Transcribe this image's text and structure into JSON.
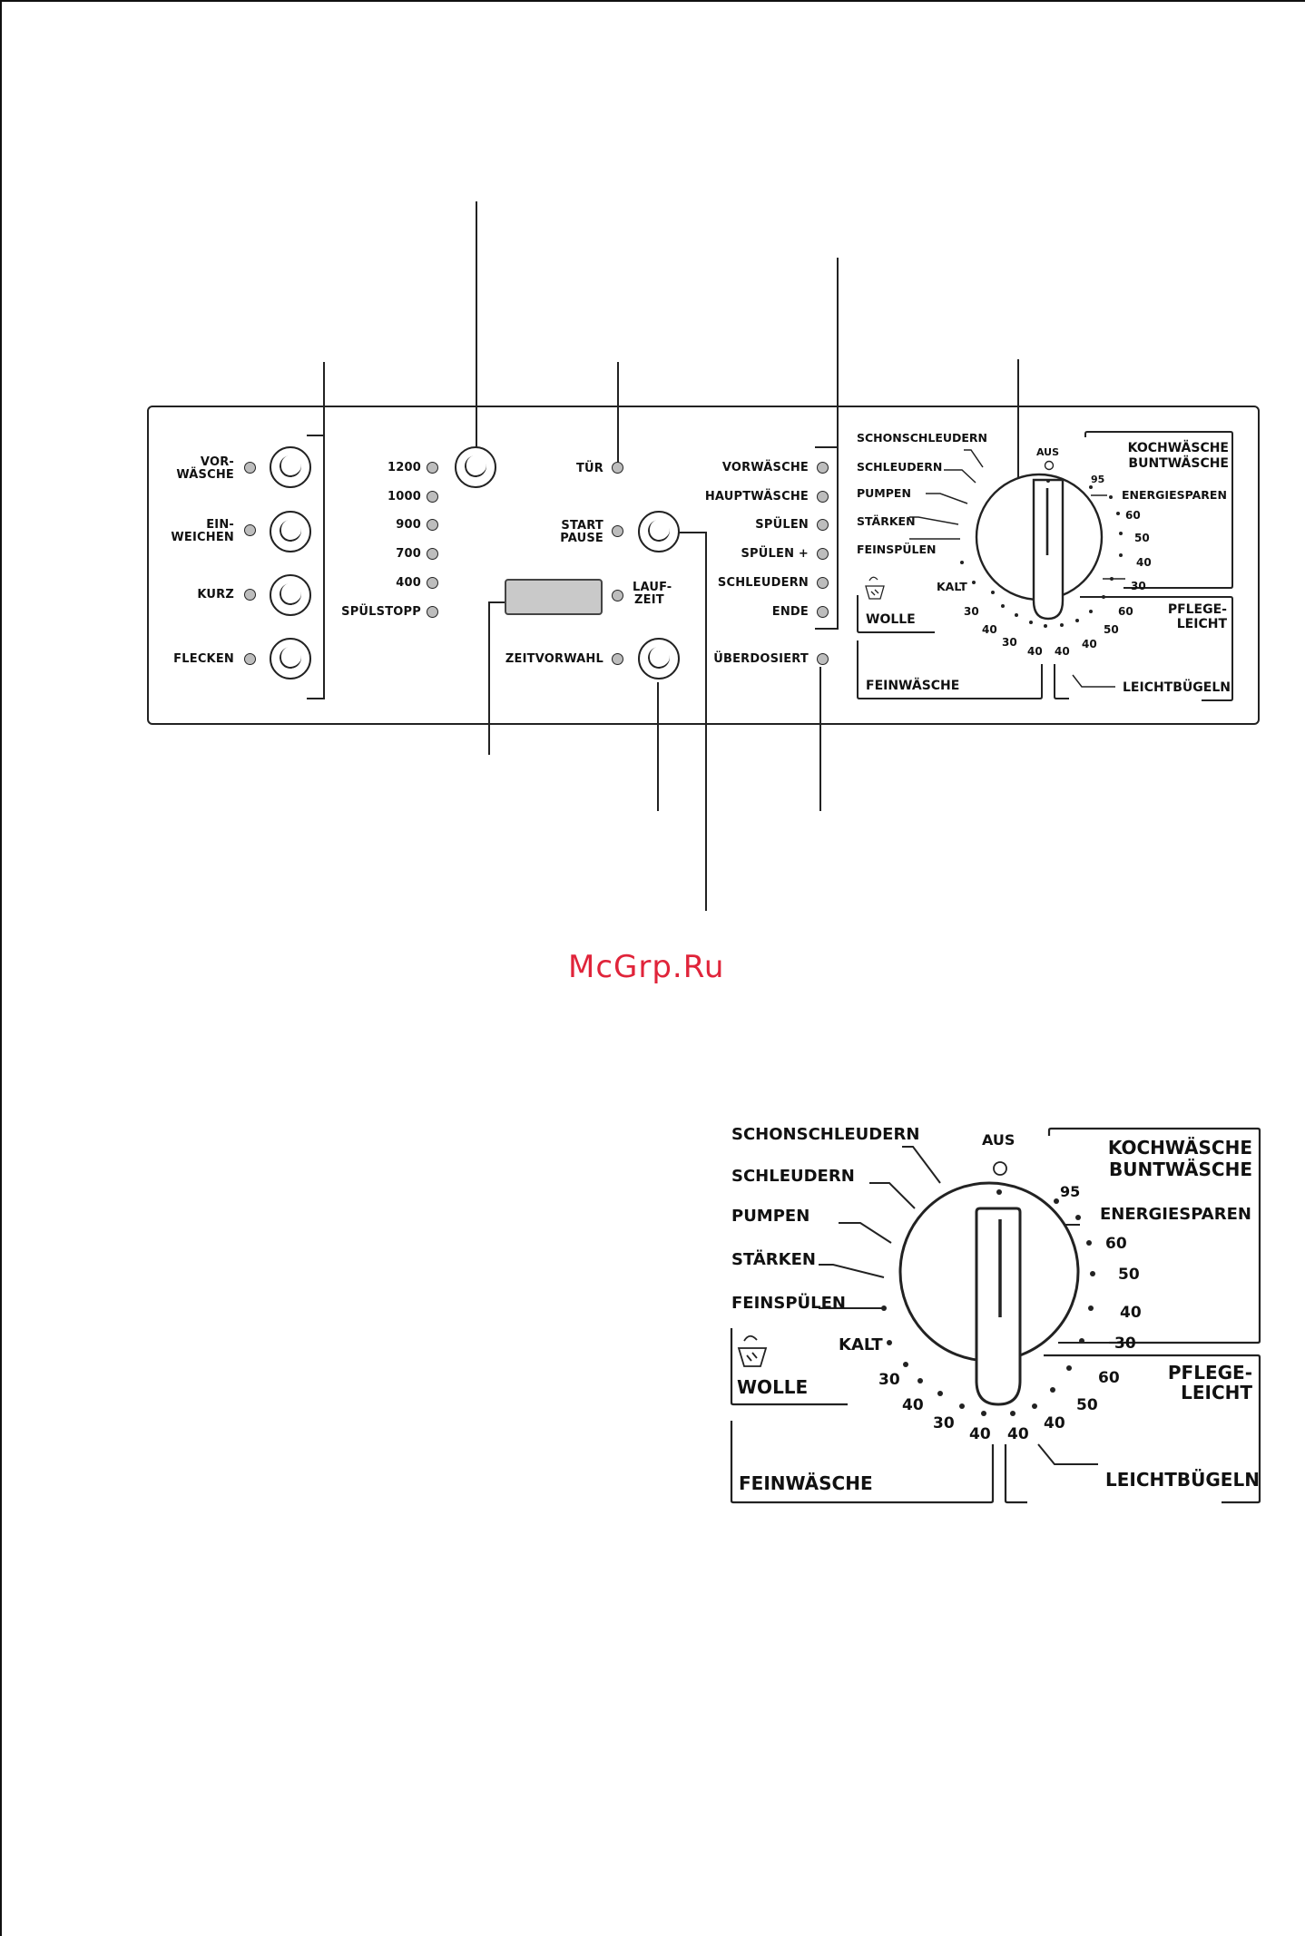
{
  "watermark": "McGrp.Ru",
  "panel": {
    "option_buttons": [
      {
        "label_line1": "VOR-",
        "label_line2": "WÄSCHE"
      },
      {
        "label_line1": "EIN-",
        "label_line2": "WEICHEN"
      },
      {
        "label_line1": "KURZ",
        "label_line2": ""
      },
      {
        "label_line1": "FLECKEN",
        "label_line2": ""
      }
    ],
    "spin_speeds": [
      "1200",
      "1000",
      "900",
      "700",
      "400",
      "SPÜLSTOPP"
    ],
    "door_label": "TÜR",
    "start_pause": {
      "line1": "START",
      "line2": "PAUSE"
    },
    "laufzeit": {
      "line1": "LAUF-",
      "line2": "ZEIT"
    },
    "zeitvorwahl": "ZEITVORWAHL",
    "phases": [
      "VORWÄSCHE",
      "HAUPTWÄSCHE",
      "SPÜLEN",
      "SPÜLEN +",
      "SCHLEUDERN",
      "ENDE"
    ],
    "overdosed": "ÜBERDOSIERT"
  },
  "dial": {
    "aus": "AUS",
    "left_programs": [
      "SCHONSCHLEUDERN",
      "SCHLEUDERN",
      "PUMPEN",
      "STÄRKEN",
      "FEINSPÜLEN"
    ],
    "kalt": "KALT",
    "wolle": "WOLLE",
    "wolle_temps": [
      "30",
      "40"
    ],
    "feinwaesche": "FEINWÄSCHE",
    "fein_temps": [
      "30",
      "40"
    ],
    "leicht_temps": [
      "40",
      "40"
    ],
    "leichtbuegeln": "LEICHTBÜGELN",
    "pflege_temps": [
      "60",
      "50"
    ],
    "pflegeleicht": {
      "line1": "PFLEGE-",
      "line2": "LEICHT"
    },
    "koch_title": {
      "line1": "KOCHWÄSCHE",
      "line2": "BUNTWÄSCHE"
    },
    "koch_temps": [
      "95",
      "60",
      "50",
      "40",
      "30"
    ],
    "energiesparen": "ENERGIESPAREN"
  }
}
